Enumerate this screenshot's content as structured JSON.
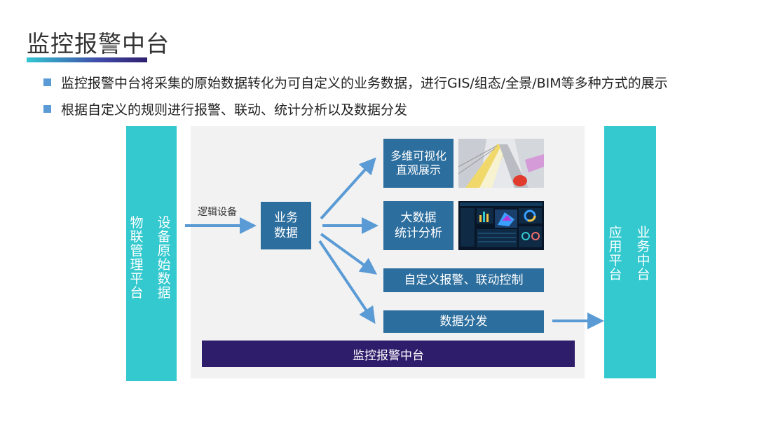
{
  "title": "监控报警中台",
  "bullets": [
    "监控报警中台将采集的原始数据转化为可自定义的业务数据，进行GIS/组态/全景/BIM等多种方式的展示",
    "根据自定义的规则进行报警、联动、统计分析以及数据分发"
  ],
  "left_column": {
    "col1": "物联管理平台",
    "col2": "设备原始数据"
  },
  "arrow_label": "逻辑设备",
  "center_box": "业务\n数据",
  "outputs": {
    "visual": "多维可视化\n直观展示",
    "stats": "大数据\n统计分析",
    "alarm": "自定义报警、联动控制",
    "distribute": "数据分发"
  },
  "bottom_bar": "监控报警中台",
  "right_column": {
    "col1": "应用平台",
    "col2": "业务中台"
  },
  "colors": {
    "teal": "#33c9cf",
    "box_blue": "#2c6e9e",
    "arrow_blue": "#5b9bd5",
    "dark_purple": "#2e1d6b",
    "panel_gray": "#f2f2f2"
  }
}
